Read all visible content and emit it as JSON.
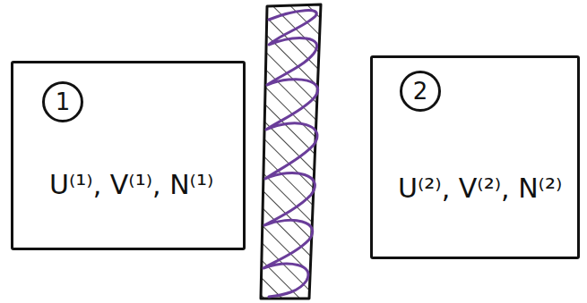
{
  "diagram": {
    "nodes": [
      {
        "text": [
          "U⁽¹⁾, V⁽¹⁾, N⁽¹⁾"
        ]
      },
      {
        "text": [
          "1"
        ],
        "in": 0
      },
      {
        "text": [
          "U⁽²⁾, V⁽²⁾, N⁽²⁾"
        ]
      },
      {
        "text": [
          "2"
        ],
        "in": 2
      }
    ]
  }
}
